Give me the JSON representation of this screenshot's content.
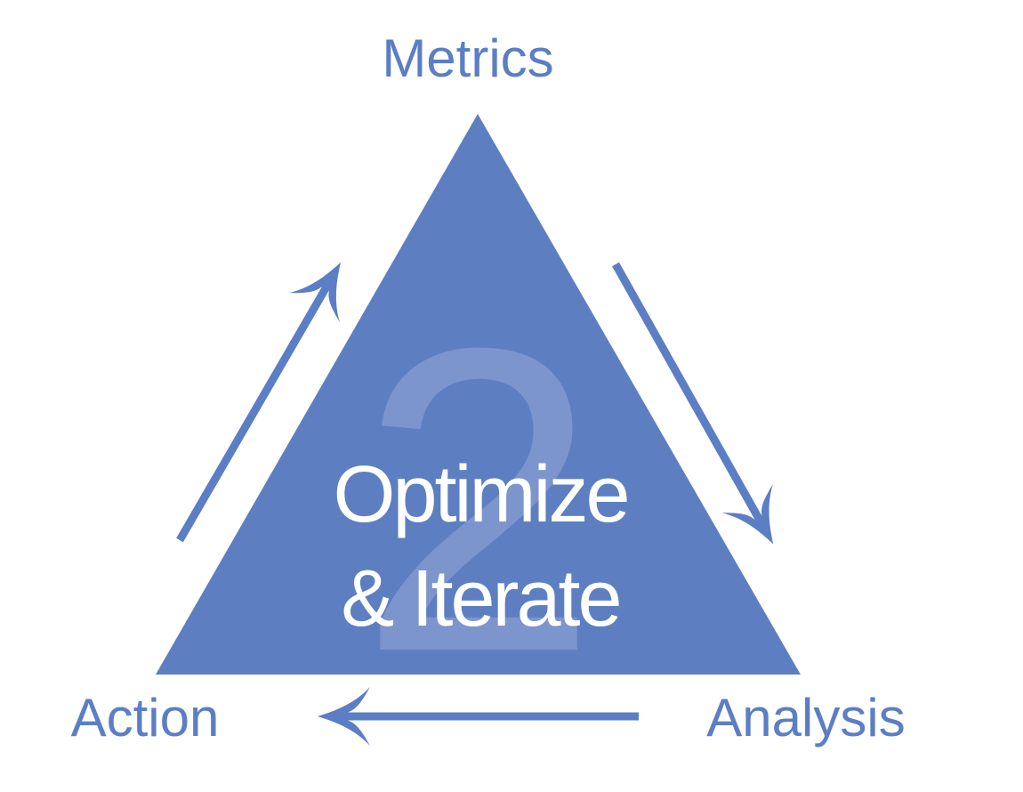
{
  "diagram": {
    "type": "cycle-triangle",
    "step_number": "2",
    "center_label": {
      "line1": "Optimize",
      "line2": "& Iterate"
    },
    "nodes": [
      {
        "label": "Metrics",
        "position": "top"
      },
      {
        "label": "Analysis",
        "position": "bottom-right"
      },
      {
        "label": "Action",
        "position": "bottom-left"
      }
    ],
    "flow": [
      {
        "from": "Metrics",
        "to": "Analysis",
        "side": "right",
        "direction": "down"
      },
      {
        "from": "Analysis",
        "to": "Action",
        "side": "bottom",
        "direction": "left"
      },
      {
        "from": "Action",
        "to": "Metrics",
        "side": "left",
        "direction": "up"
      }
    ],
    "colors": {
      "background": "#FFFFFF",
      "triangle_fill": "#5D7FC1",
      "watermark": "#7D95CD",
      "arrow": "#5B7EC5",
      "label_text": "#5B7EC5",
      "center_text": "#FFFFFF"
    }
  }
}
